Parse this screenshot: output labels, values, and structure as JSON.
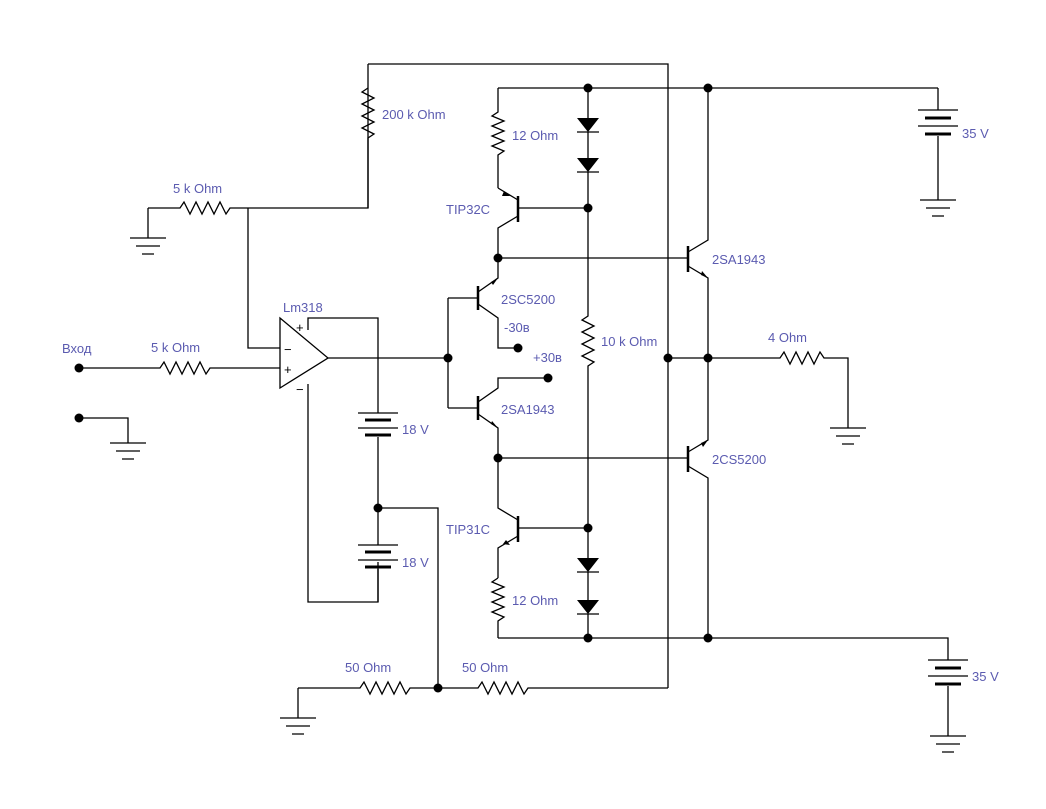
{
  "labels": {
    "input": "Вход",
    "r_feedback": "200 k Ohm",
    "r_gnd": "5 k Ohm",
    "r_in": "5 k Ohm",
    "opamp": "Lm318",
    "q_tip32c": "TIP32C",
    "q_tip31c": "TIP31C",
    "q_2sc5200_driver": "2SC5200",
    "q_2sa1943_driver": "2SA1943",
    "q_2sa1943_out": "2SA1943",
    "q_2cs5200_out": "2CS5200",
    "r_emitter_top": "12  Ohm",
    "r_emitter_bottom": "12  Ohm",
    "r_bias": "10 k Ohm",
    "r_load": "4  Ohm",
    "v_minus": "-30в",
    "v_plus": "+30в",
    "bat_upper": "18 V",
    "bat_lower": "18 V",
    "supply_top": "35 V",
    "supply_bottom": "35 V",
    "r_fb_a": "50   Ohm",
    "r_fb_b": "50   Ohm",
    "op_plus_top": "+",
    "op_minus": "−",
    "op_plus": "+",
    "op_minus_bottom": "−"
  }
}
